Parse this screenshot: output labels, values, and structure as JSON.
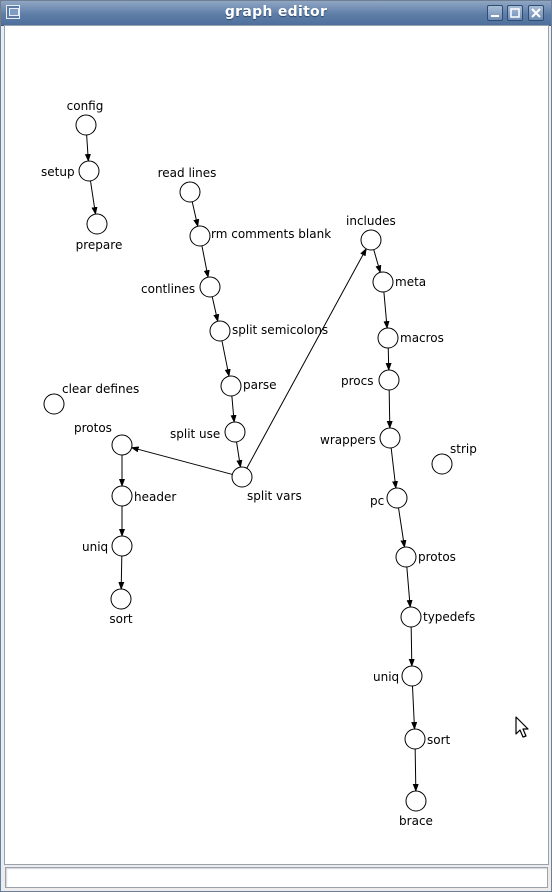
{
  "window": {
    "title": "graph editor",
    "buttons": [
      "minimize",
      "maximize",
      "close"
    ]
  },
  "graph": {
    "nodes": [
      {
        "id": "config",
        "label": "config"
      },
      {
        "id": "setup",
        "label": "setup"
      },
      {
        "id": "prepare",
        "label": "prepare"
      },
      {
        "id": "read_lines",
        "label": "read lines"
      },
      {
        "id": "rm_comments_blank",
        "label": "rm comments blank"
      },
      {
        "id": "contlines",
        "label": "contlines"
      },
      {
        "id": "split_semicolons",
        "label": "split semicolons"
      },
      {
        "id": "parse",
        "label": "parse"
      },
      {
        "id": "split_use",
        "label": "split use"
      },
      {
        "id": "split_vars",
        "label": "split vars"
      },
      {
        "id": "clear_defines",
        "label": "clear defines"
      },
      {
        "id": "protos_left",
        "label": "protos"
      },
      {
        "id": "header",
        "label": "header"
      },
      {
        "id": "uniq_left",
        "label": "uniq"
      },
      {
        "id": "sort_left",
        "label": "sort"
      },
      {
        "id": "includes",
        "label": "includes"
      },
      {
        "id": "meta",
        "label": "meta"
      },
      {
        "id": "macros",
        "label": "macros"
      },
      {
        "id": "procs",
        "label": "procs"
      },
      {
        "id": "wrappers",
        "label": "wrappers"
      },
      {
        "id": "strip",
        "label": "strip"
      },
      {
        "id": "pc",
        "label": "pc"
      },
      {
        "id": "protos_right",
        "label": "protos"
      },
      {
        "id": "typedefs",
        "label": "typedefs"
      },
      {
        "id": "uniq_right",
        "label": "uniq"
      },
      {
        "id": "sort_right",
        "label": "sort"
      },
      {
        "id": "brace",
        "label": "brace"
      }
    ],
    "edges": [
      [
        "config",
        "setup"
      ],
      [
        "setup",
        "prepare"
      ],
      [
        "read_lines",
        "rm_comments_blank"
      ],
      [
        "rm_comments_blank",
        "contlines"
      ],
      [
        "contlines",
        "split_semicolons"
      ],
      [
        "split_semicolons",
        "parse"
      ],
      [
        "parse",
        "split_use"
      ],
      [
        "split_use",
        "split_vars"
      ],
      [
        "split_vars",
        "protos_left"
      ],
      [
        "split_vars",
        "includes"
      ],
      [
        "protos_left",
        "header"
      ],
      [
        "header",
        "uniq_left"
      ],
      [
        "uniq_left",
        "sort_left"
      ],
      [
        "includes",
        "meta"
      ],
      [
        "meta",
        "macros"
      ],
      [
        "macros",
        "procs"
      ],
      [
        "procs",
        "wrappers"
      ],
      [
        "wrappers",
        "pc"
      ],
      [
        "pc",
        "protos_right"
      ],
      [
        "protos_right",
        "typedefs"
      ],
      [
        "typedefs",
        "uniq_right"
      ],
      [
        "uniq_right",
        "sort_right"
      ],
      [
        "sort_right",
        "brace"
      ]
    ]
  },
  "statusbar": {
    "text": ""
  }
}
